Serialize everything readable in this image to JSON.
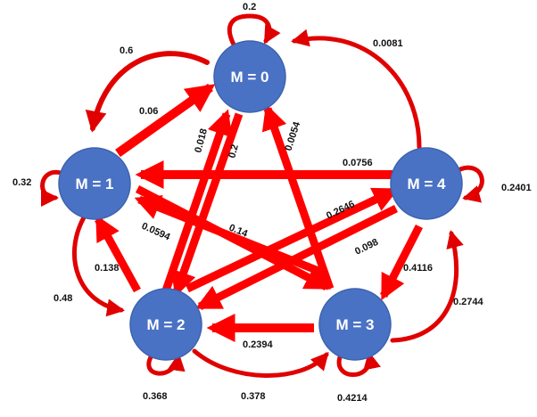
{
  "colors": {
    "node_fill": "#4a72c4",
    "edge": "#ff0000",
    "edge_dark": "#c00000",
    "background": "#ffffff"
  },
  "nodes": {
    "m0": "M = 0",
    "m1": "M = 1",
    "m2": "M = 2",
    "m3": "M = 3",
    "m4": "M = 4"
  },
  "labels": {
    "m0_m0": "0.2",
    "m0_m1": "0.6",
    "m1_m0": "0.06",
    "m4_m0": "0.0081",
    "m2_m0": "0.018",
    "m0_m2": "0.2",
    "m3_m0": "0.0054",
    "m1_m1": "0.32",
    "m4_m1": "0.0756",
    "m4_m4": "0.2401",
    "m3_m1": "0.14",
    "m1_m3": "0.0594",
    "m2_m4": "0.2646",
    "m3_m4": "0.098",
    "m2_m1": "0.138",
    "m4_m3": "0.4116",
    "m1_m2": "0.48",
    "m3_m4_outer": "0.2744",
    "m3_m2": "0.2394",
    "m2_m2": "0.368",
    "m2_m3": "0.378",
    "m3_m3": "0.4214"
  }
}
